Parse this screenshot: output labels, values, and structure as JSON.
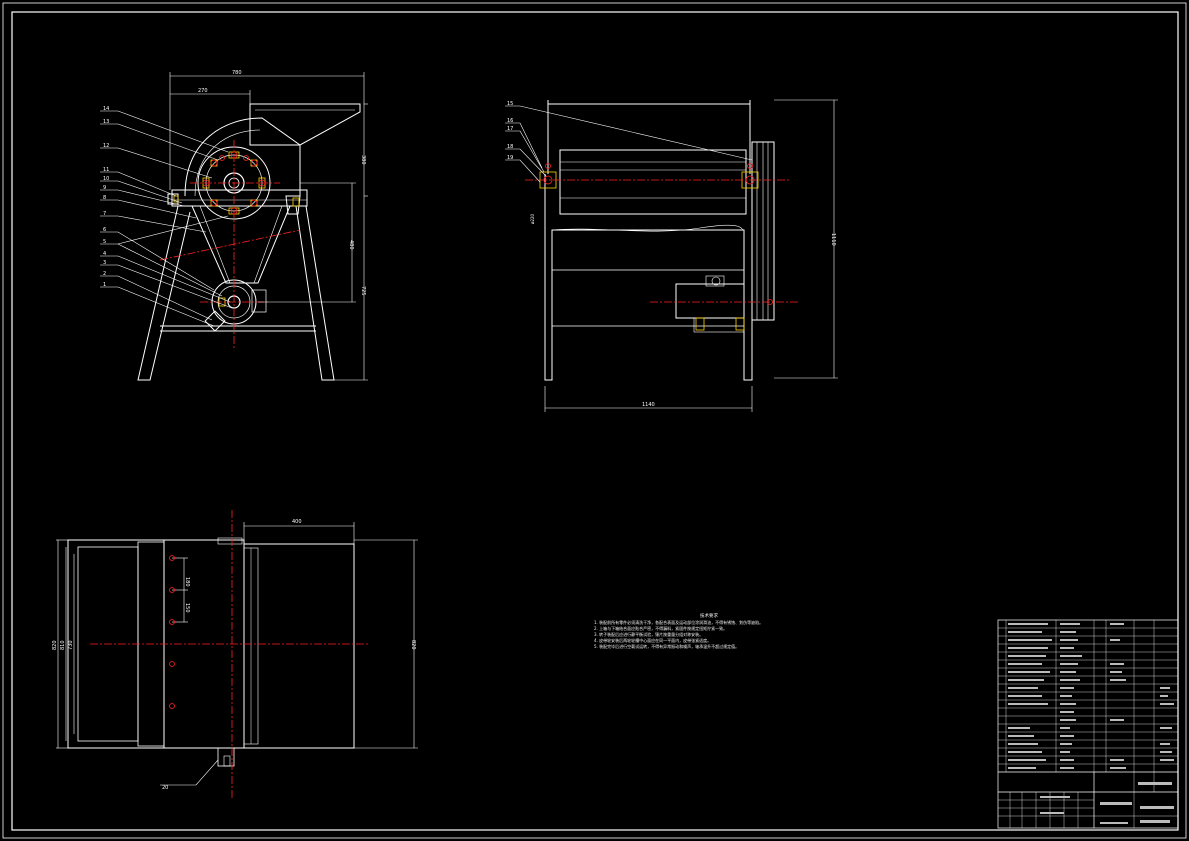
{
  "colors": {
    "background": "#000000",
    "line": "#ffffff",
    "center_line": "#ff2222",
    "hatch": "#ffd400"
  },
  "front_view": {
    "dims": {
      "overall_width": "780",
      "top_offset": "270",
      "hopper_height": "380",
      "frame_height": "480",
      "center_height": "725"
    },
    "part_labels": [
      "14",
      "13",
      "12",
      "11",
      "10",
      "9",
      "8",
      "7",
      "6",
      "5",
      "4",
      "3",
      "2",
      "1"
    ]
  },
  "side_view": {
    "dims": {
      "overall_height": "1110",
      "overall_width": "1140"
    },
    "part_labels": [
      "15",
      "16",
      "17",
      "18",
      "19"
    ],
    "note": "ø220"
  },
  "top_view": {
    "dims": {
      "inlet_width": "400",
      "bolt_pitch_1": "180",
      "bolt_pitch_2": "150",
      "w1": "820",
      "w2": "810",
      "w3": "730",
      "depth": "820"
    },
    "part_labels": [
      "20"
    ]
  },
  "technical_notes": {
    "title": "技术要求",
    "lines": [
      "1. 装配前所有零件必须清洗干净，各配合表面及运动部位涂润滑油，不得有锈蚀、划伤等缺陷。",
      "2. 上箱与下箱结合面应贴合严密，不得漏料，紧固件按规定扭矩拧紧一致。",
      "3. 转子装配后应进行静平衡试验，锤片按重量分组对称安装。",
      "4. 皮带轮安装后两轮轮槽中心面应在同一平面内，皮带张紧适度。",
      "5. 装配完毕后进行空载试运转，不得有异常振动和噪声，轴承温升不超过规定值。"
    ]
  }
}
